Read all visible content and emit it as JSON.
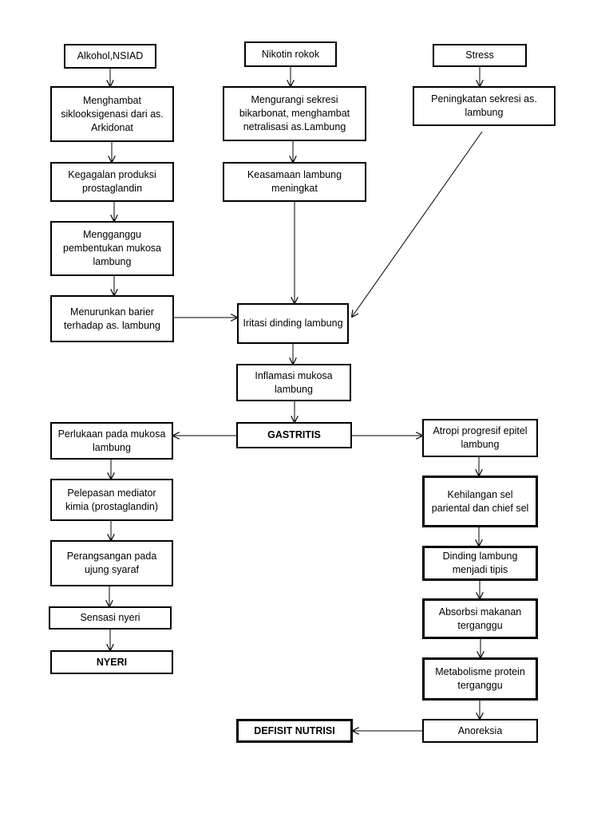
{
  "nodes": {
    "alkohol": "Alkohol,NSIAD",
    "nikotin": "Nikotin rokok",
    "stress": "Stress",
    "menghambat": "Menghambat siklooksigenasi dari as. Arkidonat",
    "mengurangi": "Mengurangi sekresi bikarbonat, menghambat netralisasi as.Lambung",
    "peningkatan": "Peningkatan sekresi as. lambung",
    "kegagalan": "Kegagalan produksi prostaglandin",
    "keasamaan": "Keasamaan lambung meningkat",
    "mengganggu": "Mengganggu pembentukan mukosa lambung",
    "menurunkan": "Menurunkan barier terhadap as. lambung",
    "iritasi": "Iritasi dinding lambung",
    "inflamasi": "Inflamasi mukosa lambung",
    "gastritis": "GASTRITIS",
    "perlukaan": "Perlukaan pada mukosa lambung",
    "pelepasan": "Pelepasan  mediator kimia (prostaglandin)",
    "perangsangan": "Perangsangan pada ujung syaraf",
    "sensasi": "Sensasi nyeri",
    "nyeri": "NYERI",
    "atropi": "Atropi progresif epitel lambung",
    "kehilangan": "Kehilangan sel pariental dan chief sel",
    "dinding": "Dinding lambung menjadi tipis",
    "absorbsi": "Absorbsi makanan terganggu",
    "metabolisme": "Metabolisme protein terganggu",
    "anoreksia": "Anoreksia",
    "defisit": "DEFISIT NUTRISI"
  }
}
